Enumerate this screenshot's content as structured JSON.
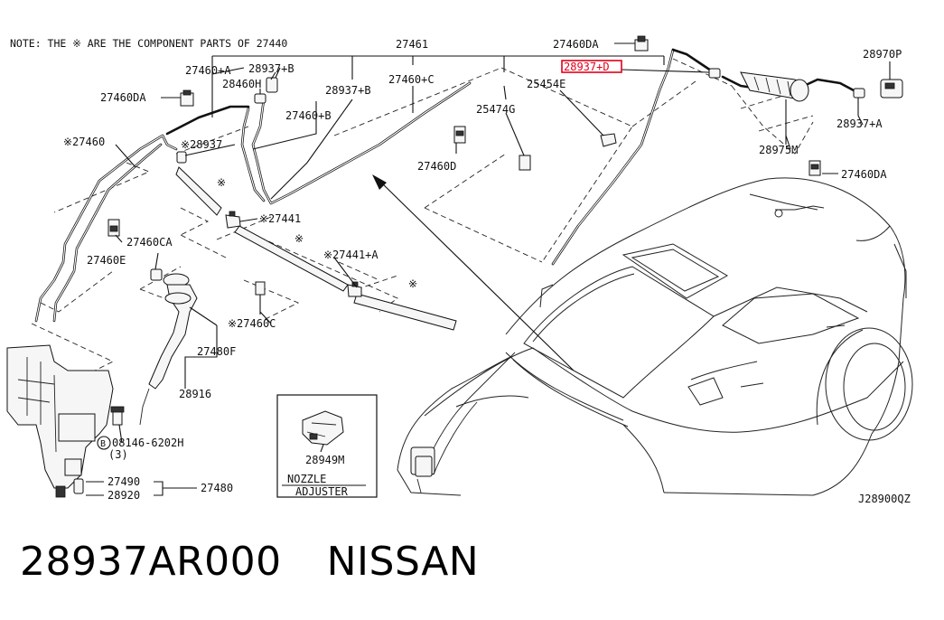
{
  "diagram": {
    "note": "NOTE: THE ※ ARE THE COMPONENT PARTS OF 27440",
    "code": "J28900QZ",
    "nozzle_adjuster_line1": "NOZZLE",
    "nozzle_adjuster_line2": "ADJUSTER",
    "labels": {
      "l27461": "27461",
      "l27460DA_top": "27460DA",
      "l28937D_highlight": "28937+D",
      "l28970P": "28970P",
      "l27460A": "27460+A",
      "l28937B_a": "28937+B",
      "l28460H": "28460H",
      "l27460DA_left": "27460DA",
      "l27460C": "27460+C",
      "l25454E": "25454E",
      "l28937B_b": "28937+B",
      "l27460B": "27460+B",
      "l25474G": "25474G",
      "l28937A": "28937+A",
      "l27460_star": "※27460",
      "l28937_star": "※28937",
      "l28975M": "28975M",
      "l27460D": "27460D",
      "l27460DA_right": "27460DA",
      "l27441_star": "※27441",
      "l27460CA": "27460CA",
      "l27460E": "27460E",
      "l27441A_star": "※27441+A",
      "l27460C_star": "※27460C",
      "l27480F": "27480F",
      "l28916": "28916",
      "l28949M": "28949M",
      "l08146": "08146-6202H",
      "l08146_qty": "(3)",
      "l27490": "27490",
      "l28920": "28920",
      "l27480": "27480",
      "star1": "※",
      "star2": "※",
      "star3": "※",
      "bolt_letter": "B"
    }
  },
  "footer": {
    "part_number": "28937AR000",
    "brand": "NISSAN"
  },
  "colors": {
    "highlight": "#e0001b",
    "ink": "#111111"
  }
}
